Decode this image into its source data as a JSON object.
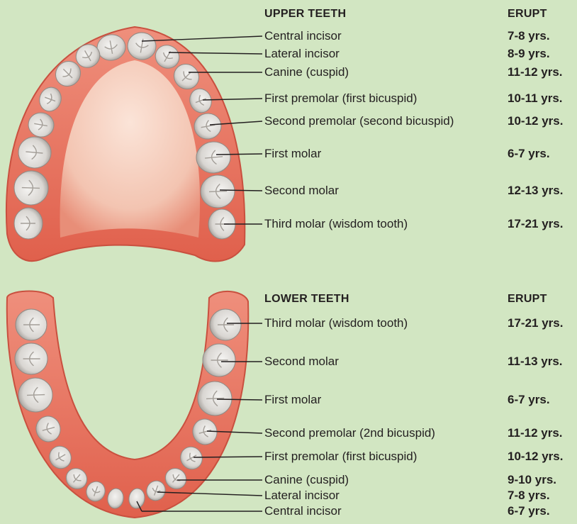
{
  "colors": {
    "background": "#d2e6c2",
    "gum": "#e26a57",
    "palate": "#f7d6c6",
    "tooth": "#e5e3e0",
    "leader_line": "#231f20"
  },
  "upper": {
    "header": "UPPER TEETH",
    "erupt_header": "ERUPT",
    "rows": [
      {
        "name": "Central incisor",
        "erupt": "7-8 yrs."
      },
      {
        "name": "Lateral incisor",
        "erupt": "8-9 yrs."
      },
      {
        "name": "Canine (cuspid)",
        "erupt": "11-12 yrs."
      },
      {
        "name": "First premolar (first bicuspid)",
        "erupt": "10-11 yrs."
      },
      {
        "name": "Second premolar (second bicuspid)",
        "erupt": "10-12 yrs."
      },
      {
        "name": "First molar",
        "erupt": "6-7 yrs."
      },
      {
        "name": "Second molar",
        "erupt": "12-13 yrs."
      },
      {
        "name": "Third molar (wisdom tooth)",
        "erupt": "17-21 yrs."
      }
    ]
  },
  "lower": {
    "header": "LOWER TEETH",
    "erupt_header": "ERUPT",
    "rows": [
      {
        "name": "Third molar (wisdom tooth)",
        "erupt": "17-21 yrs."
      },
      {
        "name": "Second molar",
        "erupt": "11-13 yrs."
      },
      {
        "name": "First molar",
        "erupt": "6-7 yrs."
      },
      {
        "name": "Second premolar (2nd bicuspid)",
        "erupt": "11-12 yrs."
      },
      {
        "name": "First premolar (first bicuspid)",
        "erupt": "10-12 yrs."
      },
      {
        "name": "Canine (cuspid)",
        "erupt": "9-10 yrs."
      },
      {
        "name": "Lateral incisor",
        "erupt": "7-8 yrs."
      },
      {
        "name": "Central incisor",
        "erupt": "6-7 yrs."
      }
    ]
  }
}
